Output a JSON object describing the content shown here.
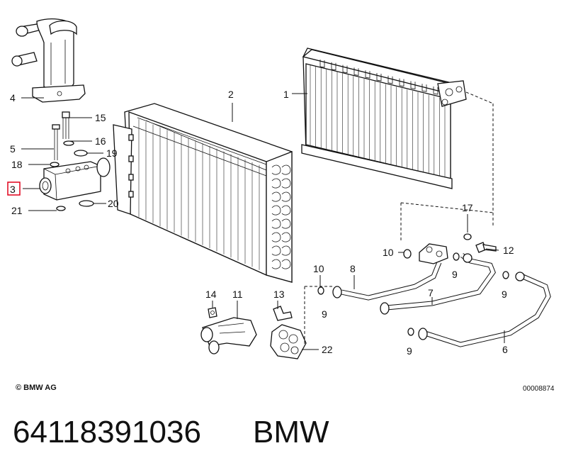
{
  "diagram": {
    "callouts": [
      {
        "id": "c1",
        "label": "1"
      },
      {
        "id": "c2",
        "label": "2"
      },
      {
        "id": "c3",
        "label": "3",
        "highlighted": true
      },
      {
        "id": "c4",
        "label": "4"
      },
      {
        "id": "c5",
        "label": "5"
      },
      {
        "id": "c6",
        "label": "6"
      },
      {
        "id": "c7",
        "label": "7"
      },
      {
        "id": "c8",
        "label": "8"
      },
      {
        "id": "c9a",
        "label": "9"
      },
      {
        "id": "c9b",
        "label": "9"
      },
      {
        "id": "c9c",
        "label": "9"
      },
      {
        "id": "c9d",
        "label": "9"
      },
      {
        "id": "c10a",
        "label": "10"
      },
      {
        "id": "c10b",
        "label": "10"
      },
      {
        "id": "c11",
        "label": "11"
      },
      {
        "id": "c12",
        "label": "12"
      },
      {
        "id": "c13",
        "label": "13"
      },
      {
        "id": "c14",
        "label": "14"
      },
      {
        "id": "c15",
        "label": "15"
      },
      {
        "id": "c16",
        "label": "16"
      },
      {
        "id": "c17",
        "label": "17"
      },
      {
        "id": "c18",
        "label": "18"
      },
      {
        "id": "c19",
        "label": "19"
      },
      {
        "id": "c20",
        "label": "20"
      },
      {
        "id": "c21",
        "label": "21"
      },
      {
        "id": "c22",
        "label": "22"
      }
    ],
    "highlight_color": "#e0001a"
  },
  "footer": {
    "copyright": "© BMW AG",
    "document_number": "00008874",
    "part_number": "64118391036",
    "brand": "BMW"
  }
}
